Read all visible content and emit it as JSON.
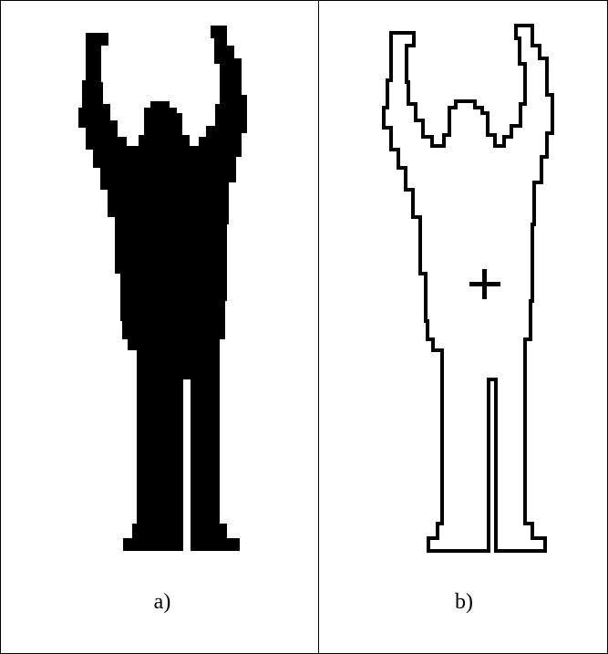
{
  "panels": [
    {
      "caption": "a)",
      "style": "filled silhouette"
    },
    {
      "caption": "b)",
      "style": "outline with centroid marker"
    }
  ],
  "colors": {
    "ink": "#000000",
    "background": "#ffffff"
  }
}
